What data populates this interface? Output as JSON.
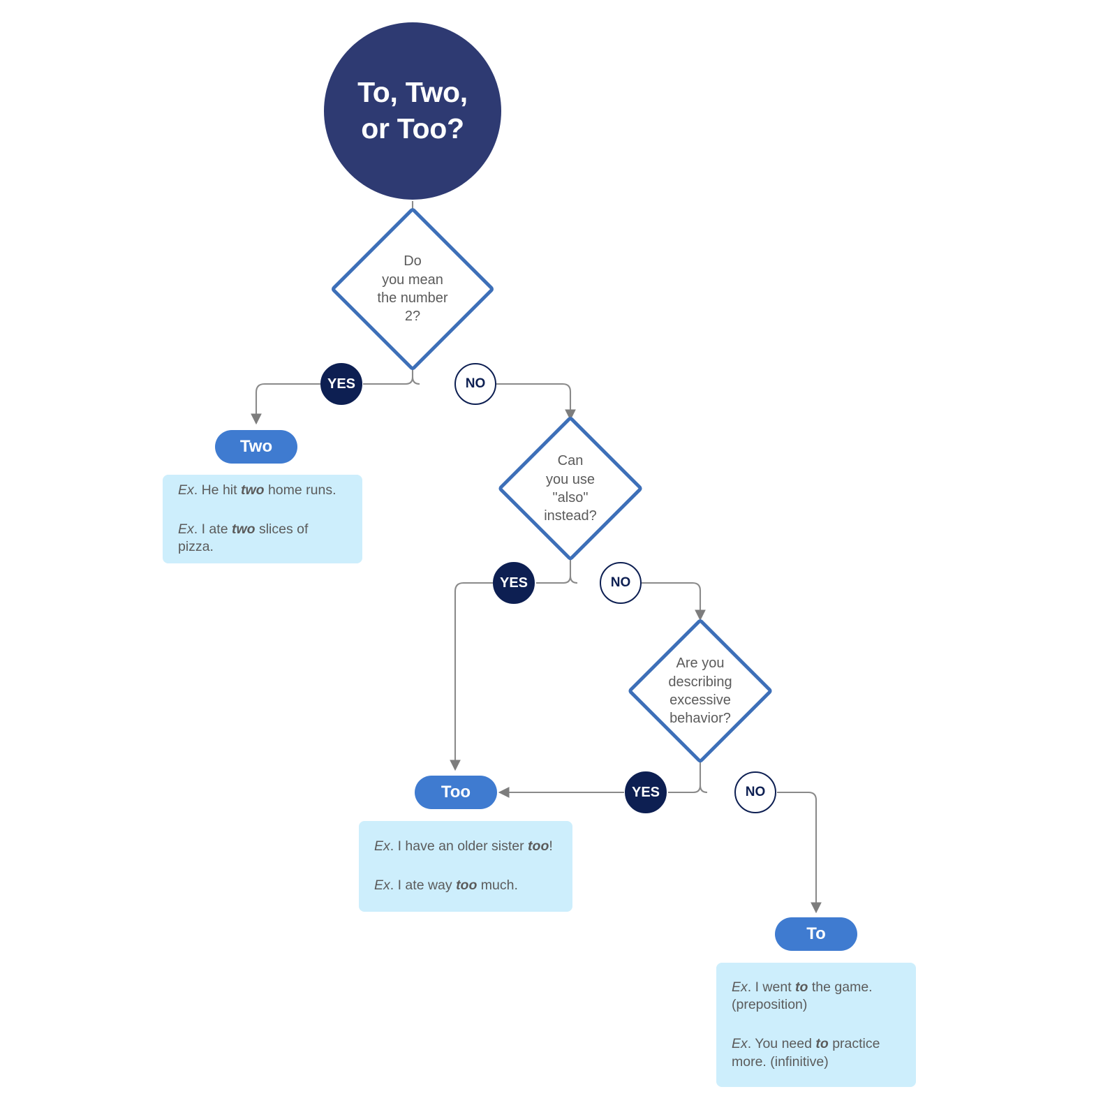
{
  "title": {
    "line1": "To, Two,",
    "line2": "or Too?"
  },
  "colors": {
    "navy": "#2e3a72",
    "badge_navy": "#0d1f52",
    "diamond_border": "#3d6fb8",
    "pill_blue": "#3f7bd0",
    "example_bg": "#cdeefc",
    "text_gray": "#5b5b5b",
    "connector_gray": "#8a8a8a"
  },
  "decisions": [
    {
      "id": "number-two",
      "text": "Do\nyou mean\nthe number\n2?"
    },
    {
      "id": "also-instead",
      "text": "Can\nyou use\n\"also\"\ninstead?"
    },
    {
      "id": "excessive-behavior",
      "text": "Are you\ndescribing\nexcessive\nbehavior?"
    }
  ],
  "badges": {
    "yes": "YES",
    "no": "NO",
    "d1_yes": "YES",
    "d1_no": "NO",
    "d2_yes": "YES",
    "d2_no": "NO",
    "d3_yes": "YES",
    "d3_no": "NO"
  },
  "answers": {
    "two": {
      "label": "Two",
      "examples": [
        {
          "tag": "Ex",
          "before": ". He hit ",
          "key": "two",
          "after": " home runs."
        },
        {
          "tag": "Ex",
          "before": ". I ate ",
          "key": "two",
          "after": " slices of pizza."
        }
      ]
    },
    "too": {
      "label": "Too",
      "examples": [
        {
          "tag": "Ex",
          "before": ". I have an older sister ",
          "key": "too",
          "after": "!"
        },
        {
          "tag": "Ex",
          "before": ". I ate way ",
          "key": "too",
          "after": " much."
        }
      ]
    },
    "to": {
      "label": "To",
      "examples": [
        {
          "tag": "Ex",
          "before": ". I went ",
          "key": "to",
          "after": " the game. (preposition)"
        },
        {
          "tag": "Ex",
          "before": ". You need ",
          "key": "to",
          "after": " practice more. (infinitive)"
        }
      ]
    }
  }
}
